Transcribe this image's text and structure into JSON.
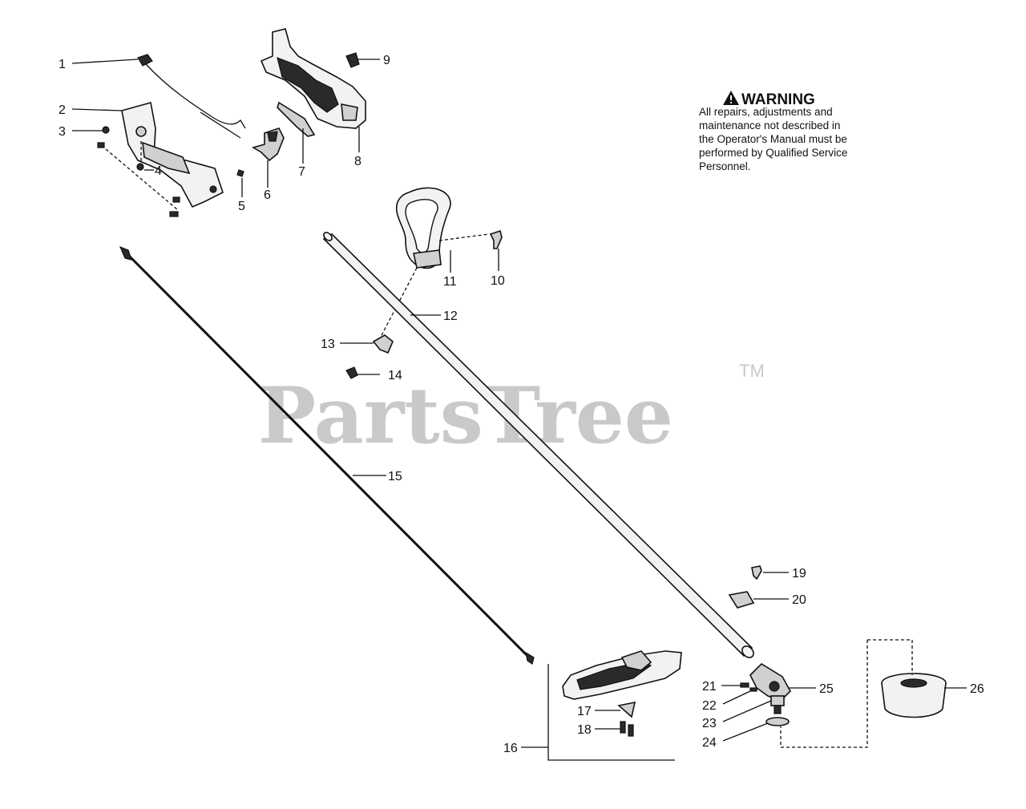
{
  "watermark": {
    "text": "PartsTree",
    "trademark": "TM"
  },
  "warning": {
    "title": "WARNING",
    "lines": [
      "All repairs, adjustments and",
      "maintenance not described in",
      "the Operator's Manual must be",
      "performed by Qualified Service",
      "Personnel."
    ]
  },
  "callouts": [
    "1",
    "2",
    "3",
    "4",
    "5",
    "6",
    "7",
    "8",
    "9",
    "10",
    "11",
    "12",
    "13",
    "14",
    "15",
    "16",
    "17",
    "18",
    "19",
    "20",
    "21",
    "22",
    "23",
    "24",
    "25",
    "26"
  ]
}
